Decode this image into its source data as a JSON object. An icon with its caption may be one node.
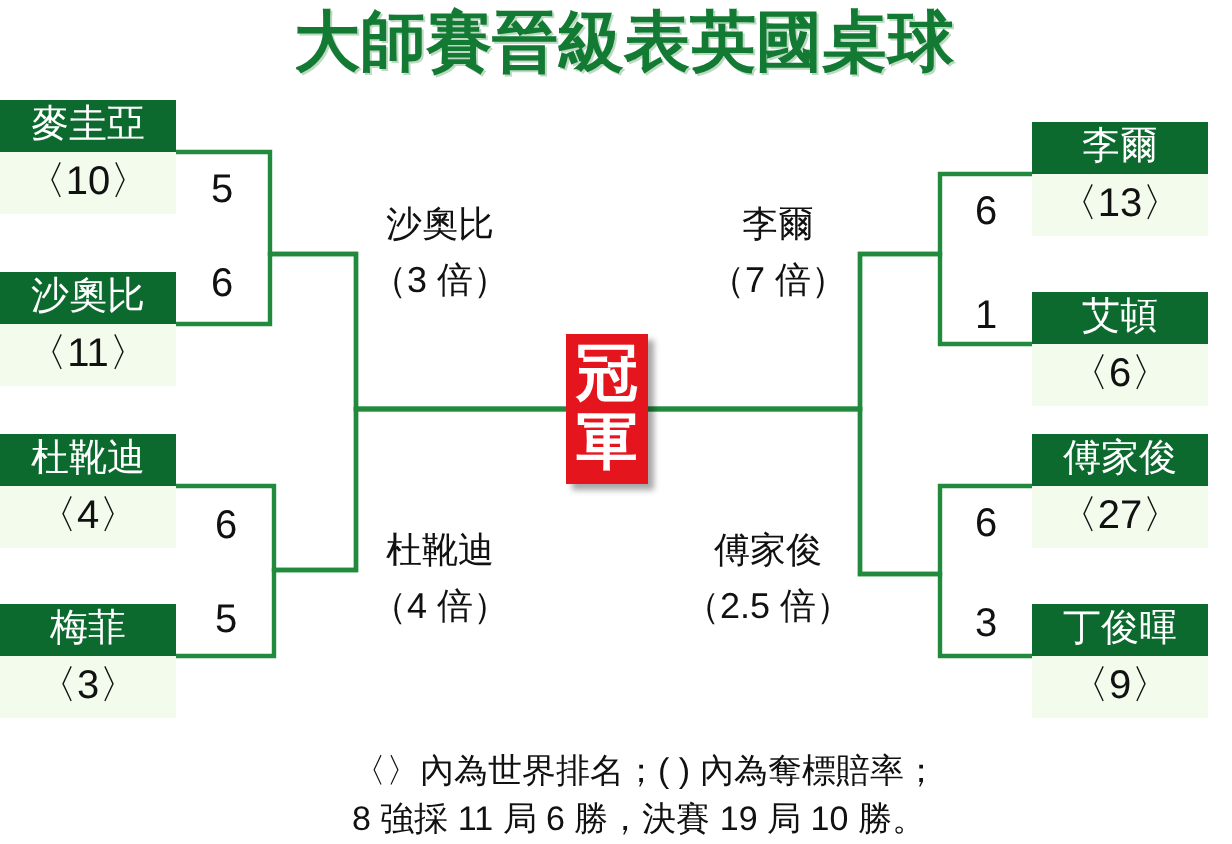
{
  "diagram": {
    "title": "大師賽晉級表英國桌球",
    "caption": "〈〉內為世界排名；( ) 內為奪標賠率；8 強採 11 局 6 勝，決賽 19 局 10 勝。",
    "nodes": [
      {
        "text": [
          "麥圭亞",
          "〈10〉"
        ],
        "beside": [
          "5"
        ]
      },
      {
        "text": [
          "沙奧比",
          "〈11〉"
        ],
        "beside": [
          "6"
        ]
      },
      {
        "text": [
          "杜靴迪",
          "〈4〉"
        ],
        "beside": [
          "6"
        ]
      },
      {
        "text": [
          "梅菲",
          "〈3〉"
        ],
        "beside": [
          "5"
        ]
      },
      {
        "text": [
          "冠軍"
        ]
      },
      {
        "text": [
          "李爾",
          "〈13〉"
        ],
        "beside": [
          "6"
        ]
      },
      {
        "text": [
          "艾頓",
          "〈6〉"
        ],
        "beside": [
          "1"
        ]
      },
      {
        "text": [
          "傅家俊",
          "〈27〉"
        ],
        "beside": [
          "6"
        ]
      },
      {
        "text": [
          "丁俊暉",
          "〈9〉"
        ],
        "beside": [
          "3"
        ]
      }
    ],
    "edges": [
      {
        "from": 0,
        "to": 4,
        "arrow": "none"
      },
      {
        "from": 1,
        "to": 4,
        "arrow": "none"
      },
      {
        "from": 2,
        "to": 4,
        "arrow": "none"
      },
      {
        "from": 3,
        "to": 4,
        "arrow": "none"
      },
      {
        "from": 5,
        "to": 4,
        "arrow": "none"
      },
      {
        "from": 6,
        "to": 4,
        "arrow": "none"
      },
      {
        "from": 7,
        "to": 4,
        "arrow": "none"
      },
      {
        "from": 8,
        "to": 4,
        "arrow": "none"
      }
    ],
    "labels": [
      "沙奧比",
      "（3 倍）",
      "李爾",
      "（7 倍）",
      "杜靴迪",
      "（4 倍）",
      "傅家俊",
      "（2.5 倍）"
    ]
  }
}
